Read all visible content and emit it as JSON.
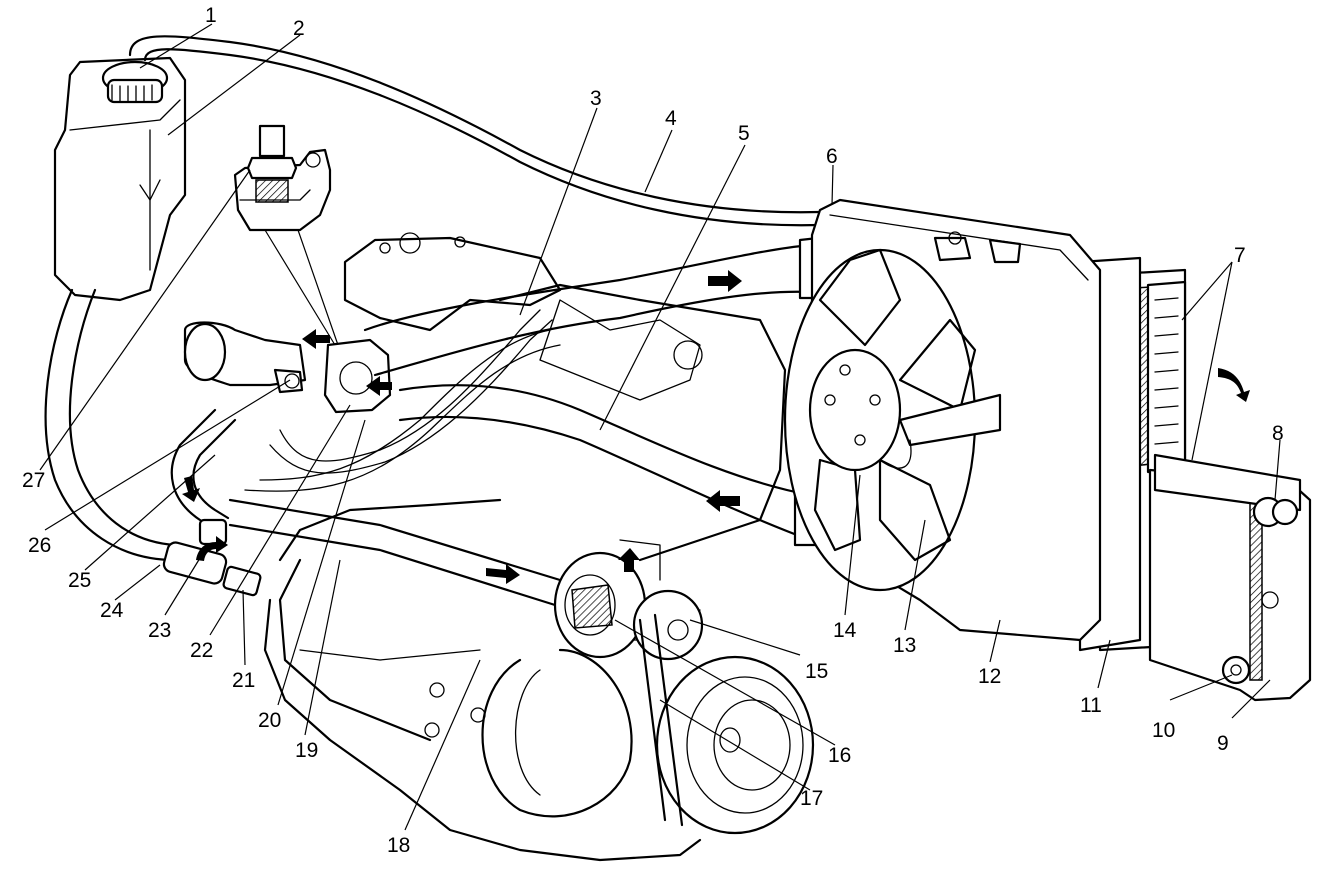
{
  "callouts": [
    "1",
    "2",
    "3",
    "4",
    "5",
    "6",
    "7",
    "8",
    "9",
    "10",
    "11",
    "12",
    "13",
    "14",
    "15",
    "16",
    "17",
    "18",
    "19",
    "20",
    "21",
    "22",
    "23",
    "24",
    "25",
    "26",
    "27"
  ],
  "colors": {
    "ink": "#000000",
    "paper": "#ffffff"
  }
}
